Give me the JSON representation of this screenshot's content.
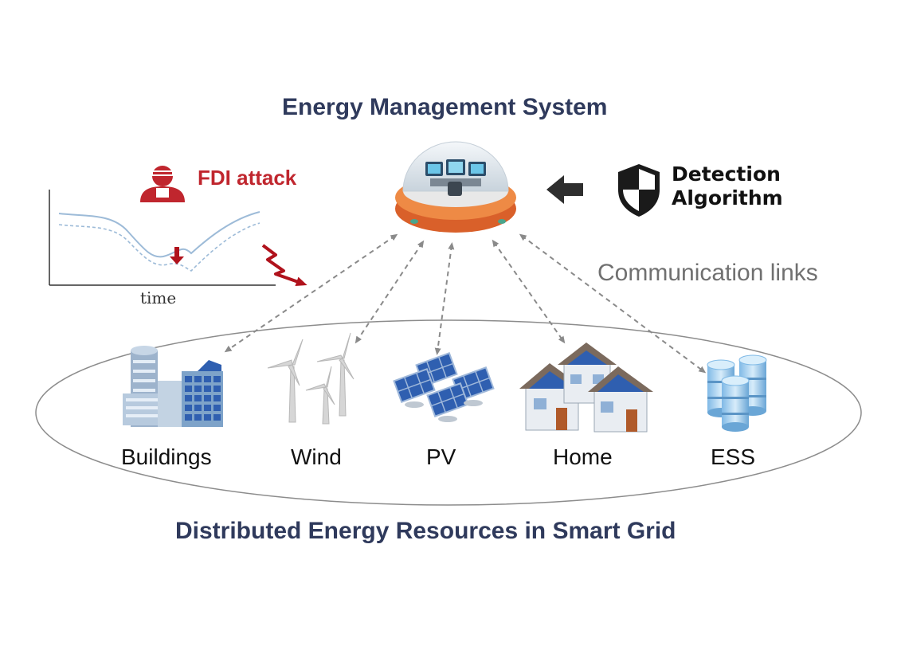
{
  "ems": {
    "title": "Energy Management System"
  },
  "der": {
    "title": "Distributed Energy Resources in Smart Grid"
  },
  "attack": {
    "label": "FDI attack",
    "axis_label": "time"
  },
  "detection": {
    "line1": "Detection",
    "line2": "Algorithm"
  },
  "links": {
    "label": "Communication links"
  },
  "resources": {
    "buildings": "Buildings",
    "wind": "Wind",
    "pv": "PV",
    "home": "Home",
    "ess": "ESS"
  },
  "colors": {
    "title": "#2f3a5c",
    "attack": "#c0262e",
    "ems_ring": "#e8742f",
    "solar_panel": "#2f5fb0",
    "link": "#8a8a8a"
  },
  "icons": [
    "hacker-icon",
    "control-room-icon",
    "shield-icon",
    "arrow-left-icon",
    "buildings-icon",
    "wind-turbine-icon",
    "solar-panel-icon",
    "house-icon",
    "battery-icon"
  ]
}
